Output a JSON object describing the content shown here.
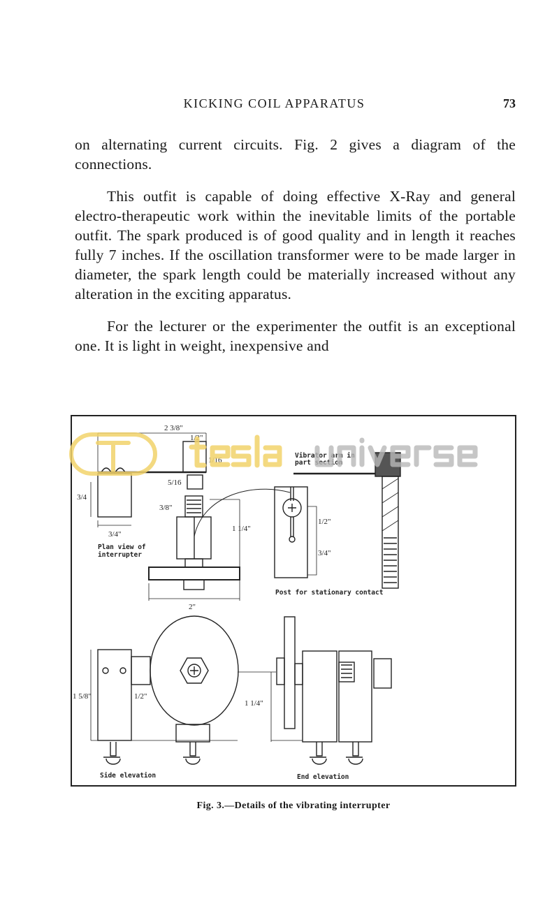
{
  "header": {
    "running_title": "KICKING COIL APPARATUS",
    "page_number": "73"
  },
  "paragraphs": [
    "on alternating current circuits.  Fig. 2 gives a diagram of the connections.",
    "This outfit is capable of doing effective X-Ray and general electro-therapeutic work within the inevitable limits of the portable outfit.  The spark produced is of good quality and in length it reaches fully 7 inches.  If the oscillation transformer were to be made larger in diameter, the spark length could be materially increased without any alteration in the exciting apparatus.",
    "For the lecturer or the experimenter the outfit is an exceptional one.  It is light in weight, inexpensive and"
  ],
  "figure": {
    "labels": {
      "plan_view_1": "Plan view of",
      "plan_view_2": "interrupter",
      "vibrator_1": "Vibrator arm in",
      "vibrator_2": "part section",
      "post": "Post for stationary contact",
      "side_elevation": "Side elevation",
      "end_elevation": "End elevation"
    },
    "dimensions": {
      "d_2_3_8": "2 3/8\"",
      "d_1_2_top": "1/2\"",
      "d_1_16": "1/16",
      "d_5_16": "5/16",
      "d_3_4_left": "3/4",
      "d_3_4_bottom": "3/4\"",
      "d_3_8": "3/8\"",
      "d_1_1_4_mid": "1 1/4\"",
      "d_1_2_post": "1/2\"",
      "d_3_4_post": "3/4\"",
      "d_2": "2\"",
      "d_1_5_8": "1 5/8\"",
      "d_1_2_side": "1/2\"",
      "d_1_1_4_end": "1 1/4\""
    },
    "caption": "Fig. 3.—Details of the vibrating interrupter"
  },
  "watermark": {
    "text_1": "tesla",
    "text_2": "universe",
    "color_1": "#f2d36b",
    "color_2": "#b8b8b8"
  }
}
